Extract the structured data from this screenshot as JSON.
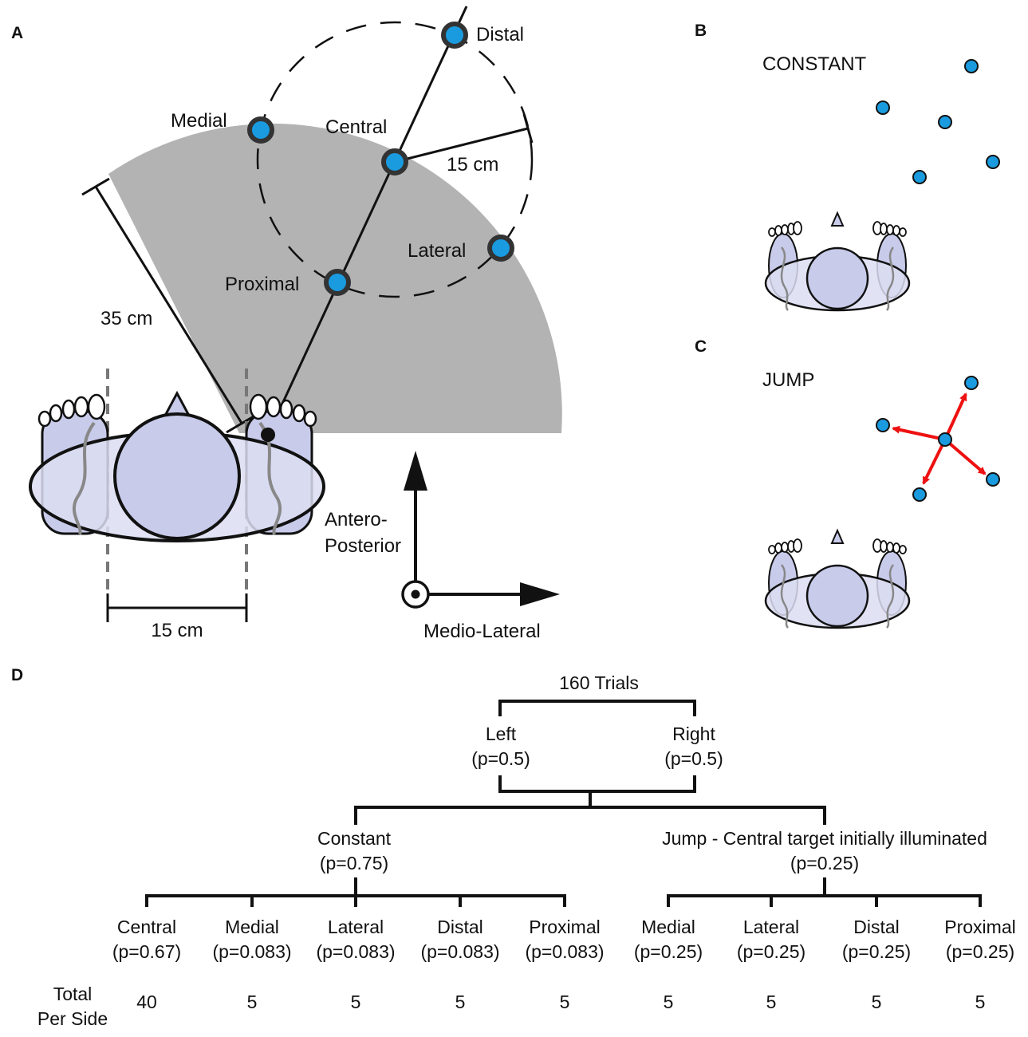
{
  "panels": {
    "a": "A",
    "b": "B",
    "c": "C",
    "d": "D"
  },
  "panel_a": {
    "targets": {
      "distal": "Distal",
      "medial": "Medial",
      "central": "Central",
      "lateral": "Lateral",
      "proximal": "Proximal"
    },
    "radius_label": "15 cm",
    "reach_label": "35 cm",
    "foot_spacing_label": "15 cm",
    "axis_ap_line1": "Antero-",
    "axis_ap_line2": "Posterior",
    "axis_ml": "Medio-Lateral"
  },
  "panel_b": {
    "condition": "CONSTANT"
  },
  "panel_c": {
    "condition": "JUMP"
  },
  "panel_d": {
    "root": "160 Trials",
    "sides": [
      {
        "label": "Left",
        "prob": "(p=0.5)"
      },
      {
        "label": "Right",
        "prob": "(p=0.5)"
      }
    ],
    "conditions": [
      {
        "label": "Constant",
        "prob": "(p=0.75)"
      },
      {
        "label": "Jump - Central target initially illuminated",
        "prob": "(p=0.25)"
      }
    ],
    "leaves": [
      {
        "label": "Central",
        "prob": "(p=0.67)",
        "total": "40"
      },
      {
        "label": "Medial",
        "prob": "(p=0.083)",
        "total": "5"
      },
      {
        "label": "Lateral",
        "prob": "(p=0.083)",
        "total": "5"
      },
      {
        "label": "Distal",
        "prob": "(p=0.083)",
        "total": "5"
      },
      {
        "label": "Proximal",
        "prob": "(p=0.083)",
        "total": "5"
      },
      {
        "label": "Medial",
        "prob": "(p=0.25)",
        "total": "5"
      },
      {
        "label": "Lateral",
        "prob": "(p=0.25)",
        "total": "5"
      },
      {
        "label": "Distal",
        "prob": "(p=0.25)",
        "total": "5"
      },
      {
        "label": "Proximal",
        "prob": "(p=0.25)",
        "total": "5"
      }
    ],
    "total_label_line1": "Total",
    "total_label_line2": "Per Side"
  },
  "colors": {
    "target": "#1a9be0",
    "body": "#c8cbea",
    "workspace": "#b3b3b3",
    "jump_arrow": "#ee1111"
  }
}
